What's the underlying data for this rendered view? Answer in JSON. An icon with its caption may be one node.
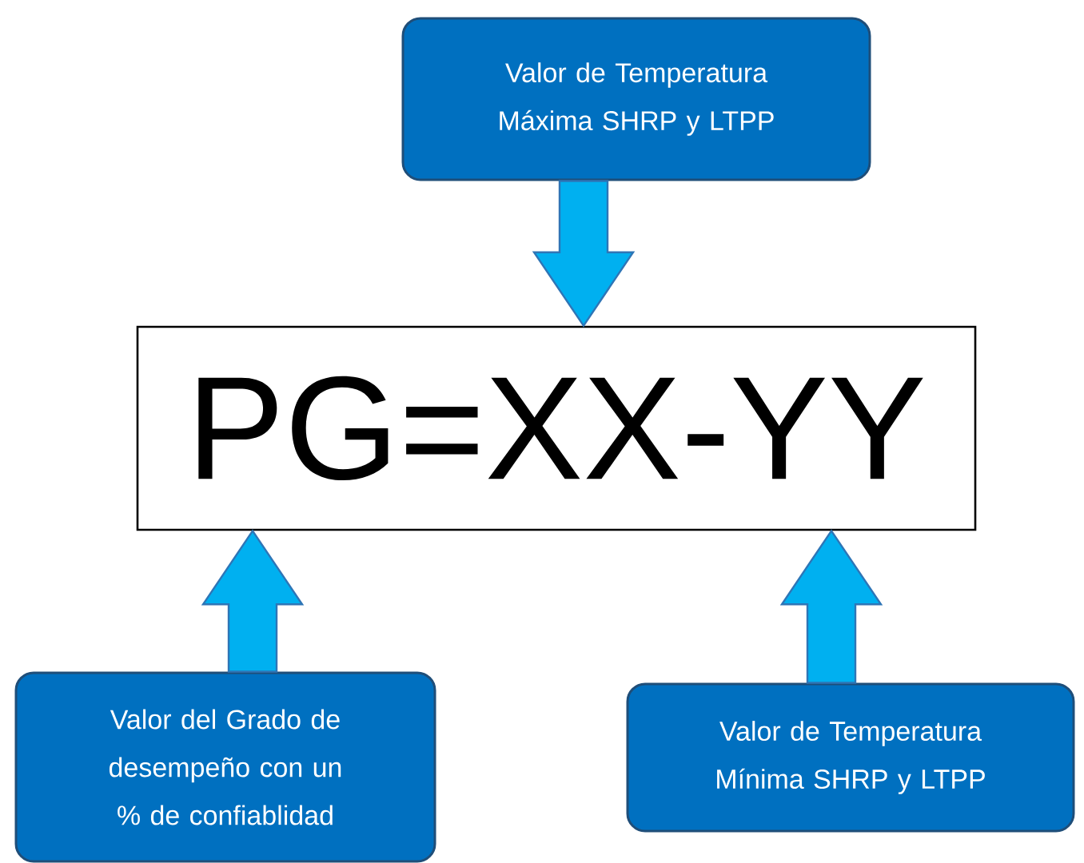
{
  "diagram": {
    "nodes": [
      {
        "text": [
          "Valor de Temperatura Máxima SHRP y LTPP"
        ]
      },
      {
        "text": [
          "PG=XX-YY"
        ]
      },
      {
        "text": [
          "Valor del Grado de desempeño con un % de confiablidad"
        ]
      },
      {
        "text": [
          "Valor de Temperatura Mínima SHRP y LTPP"
        ]
      }
    ],
    "edges": [
      {
        "from": 0,
        "to": 1,
        "arrow": "to"
      },
      {
        "from": 2,
        "to": 1,
        "arrow": "to"
      },
      {
        "from": 3,
        "to": 1,
        "arrow": "to"
      }
    ]
  }
}
